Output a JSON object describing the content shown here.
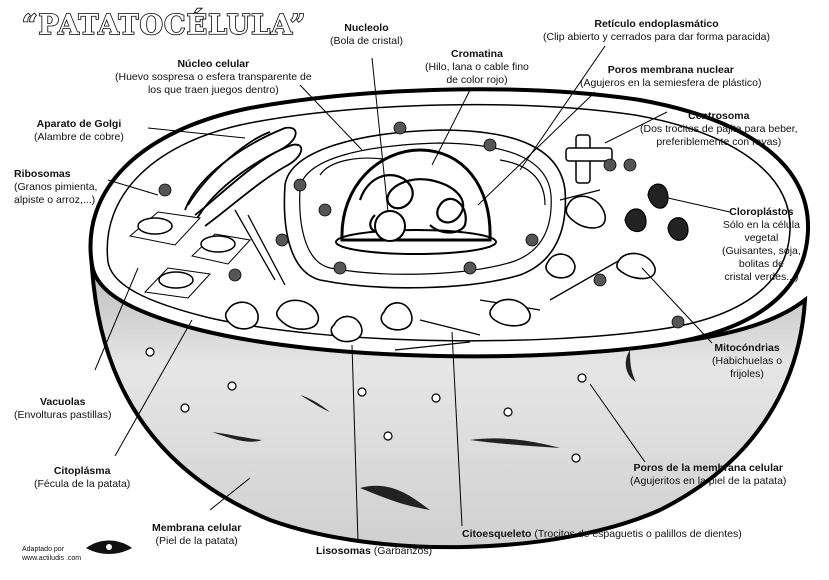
{
  "title": "“PATATOCÉLULA”",
  "credit": {
    "line1": "Adaptado por",
    "line2": "www.actiludis .com"
  },
  "labels": {
    "nucleolo": {
      "name": "Nucleolo",
      "desc": "(Bola de cristal)"
    },
    "reticulo": {
      "name": "Retículo endoplasmático",
      "desc": "(Clip abierto y cerrados para dar forma paracida)"
    },
    "cromatina": {
      "name": "Cromatina",
      "desc1": "(Hilo, lana o cable fino",
      "desc2": "de color rojo)"
    },
    "nucleo": {
      "name": "Núcleo celular",
      "desc1": "(Huevo sospresa o esfera transparente de",
      "desc2": "los que traen juegos dentro)"
    },
    "poros_nuclear": {
      "name": "Poros membrana nuclear",
      "desc": "(Agujeros en la semiesfera de plástico)"
    },
    "golgi": {
      "name": "Aparato de Golgi",
      "desc": "(Alambre de cobre)"
    },
    "centrosoma": {
      "name": "Centrosoma",
      "desc1": "(Dos trocitos de pajita para beber,",
      "desc2": "preferiblemente con rayas)"
    },
    "ribosomas": {
      "name": "Ribosomas",
      "desc1": "(Granos pimienta,",
      "desc2": "alpiste o arroz,...)"
    },
    "cloroplastos": {
      "name": "Cloroplástos",
      "desc1": "Sólo en la célula",
      "desc2": "vegetal",
      "desc3": "(Guisantes, soja,",
      "desc4": "bolitas de",
      "desc5": "cristal verdes...)"
    },
    "mitocondrias": {
      "name": "Mitocóndrias",
      "desc1": "(Habichuelas o",
      "desc2": "frijoles)"
    },
    "vacuolas": {
      "name": "Vacuolas",
      "desc": "(Envolturas pastillas)"
    },
    "citoplasma": {
      "name": "Citoplásma",
      "desc": "(Fécula de la patata)"
    },
    "poros_celular": {
      "name": "Poros de la membrana celular",
      "desc": "(Agujeritos en la piel de la patata)"
    },
    "membrana": {
      "name": "Membrana celular",
      "desc": "(Piel de la patata)"
    },
    "lisosomas": {
      "name": "Lisosomas",
      "desc": "(Garbanzos)"
    },
    "citoesqueleto": {
      "name": "Citoesqueleto",
      "desc": "(Trocitos de espaguetis o palillos de dientes)"
    }
  }
}
